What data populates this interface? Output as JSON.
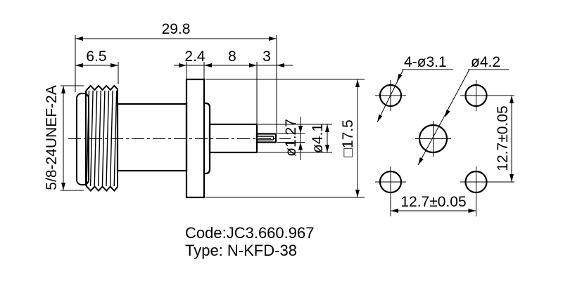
{
  "side_view": {
    "thread_spec": "5/8-24UNEF-2A",
    "dim_overall": "29.8",
    "dim_front": "6.5",
    "dim_flange": "2.4",
    "dim_body": "8",
    "dim_pin": "3",
    "dim_pin_dia": "ø1.27",
    "dim_insulator_dia": "ø4.1",
    "dim_flange_square": "□17.5"
  },
  "front_view": {
    "mount_holes_label": "4-ø3.1",
    "center_hole_label": "ø4.2",
    "dim_hole_spacing_h": "12.7±0.05",
    "dim_hole_spacing_v": "12.7±0.05"
  },
  "footer": {
    "code": "Code:JC3.660.967",
    "type": "Type: N-KFD-38"
  },
  "colors": {
    "line": "#000000",
    "background": "#ffffff"
  }
}
